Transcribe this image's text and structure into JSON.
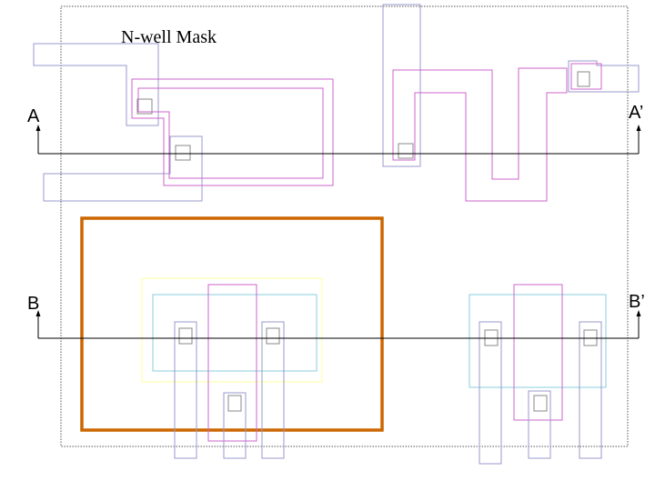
{
  "diagram": {
    "title": "N-well Mask",
    "section_labels": {
      "a_left": "A",
      "a_right": "A’",
      "b_left": "B",
      "b_right": "B’"
    },
    "colors": {
      "boundary": "#555555",
      "poly": "#cc66cc",
      "metal": "#9999cc",
      "active": "#88ccdd",
      "select": "#ffff99",
      "nwell": "#cc6600",
      "contact": "#888888",
      "section_line": "#000000"
    }
  }
}
